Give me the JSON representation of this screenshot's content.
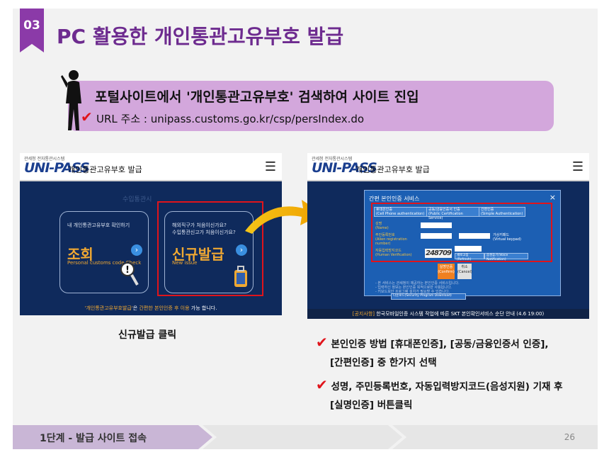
{
  "slide": {
    "section_number": "03",
    "title": "PC 활용한 개인통관고유부호 발급",
    "instruction": {
      "main": "포털사이트에서 '개인통관고유부호' 검색하여 사이트 진입",
      "check": "✔",
      "url": "URL 주소 : unipass.customs.go.kr/csp/persIndex.do"
    }
  },
  "left_screen": {
    "logo_small": "관세청 전자통관시스템",
    "logo": "UNI-PASS",
    "header_title": "개인통관고유부호 발급",
    "menu_icon": "hamburger-icon",
    "ghost_text": "수입통관시",
    "lookup_card": {
      "question": "내 개인통관고유부호 확인하기",
      "big": "조회",
      "sub": "Personal customs code Check",
      "arrow": "›"
    },
    "issue_card": {
      "question_line1": "해외직구가 처음이신가요?",
      "question_line2": "수입통관신고가 처음이신가요?",
      "big": "신규발급",
      "sub": "New issue",
      "arrow": "›"
    },
    "note_pre": "'개인통관고유부호발급'",
    "note_mid": "은 ",
    "note_highlight": "간편한 본인인증 후 이용",
    "note_post": " 가능 합니다."
  },
  "right_screen": {
    "logo_small": "관세청 전자통관시스템",
    "logo": "UNI-PASS",
    "header_title": "개인통관고유부호 발급",
    "menu_icon": "hamburger-icon",
    "dialog": {
      "title": "간편 본인인증 서비스",
      "close": "×",
      "methods": [
        "휴대폰인증\n(Cell Phone authentication)",
        "공동/금융인증서 인증\n(Public Certification Service)",
        "간편인증\n(Simple Authentication)"
      ],
      "name_label": "성명\n(Name)",
      "reg_label": "주민등록번호\n(Alien registration number)",
      "virtual_keypad": "가상키패드\n(Virtual keypad)",
      "captcha_label": "자동입력방지코드\n(Human Verification)",
      "captcha_value": "248709",
      "refresh_btn": "새로고침(Refresh)",
      "audio_btn": "음성듣기(Voice Notification)",
      "confirm_btn": "실명인증\n(Confirm)",
      "cancel_btn": "취소\n(Cancel)",
      "notes": [
        "- 본 서비스는 관세청이 제공하는 본인인증 서비스입니다.",
        "- 입력하신 정보는 본인인증 목적으로만 사용됩니다.",
        "- 키보드보안 프로그램 설치가 필요할 수 있습니다."
      ],
      "program_btn": "다운로드(Security Program Download)"
    },
    "notice_pre": "[공지사항]",
    "notice_text": " 한국모바일인증 시스템 작업에 따른 SKT 본인확인서비스 순단 안내 (4.6 19:00)"
  },
  "captions": {
    "left": "신규발급 클릭",
    "step1_line1": "본인인증 방법 [휴대폰인증], [공동/금융인증서 인증],",
    "step1_line2": "[간편인증] 중 한가지 선택",
    "step2_line1": "성명, 주민등록번호, 자동입력방지코드(음성지원) 기재 후",
    "step2_line2": "[실명인증] 버튼클릭",
    "check": "✔"
  },
  "footer": {
    "stage": "1단계 - 발급 사이트 접속",
    "page": "26"
  },
  "colors": {
    "title_purple": "#6d2b8f",
    "ribbon_purple": "#8b3aa8",
    "instruction_bg": "#d3a7dc",
    "highlight_red": "#e0141b",
    "uni_pass_navy": "#0f2a5c",
    "accent_orange": "#f0a832"
  }
}
